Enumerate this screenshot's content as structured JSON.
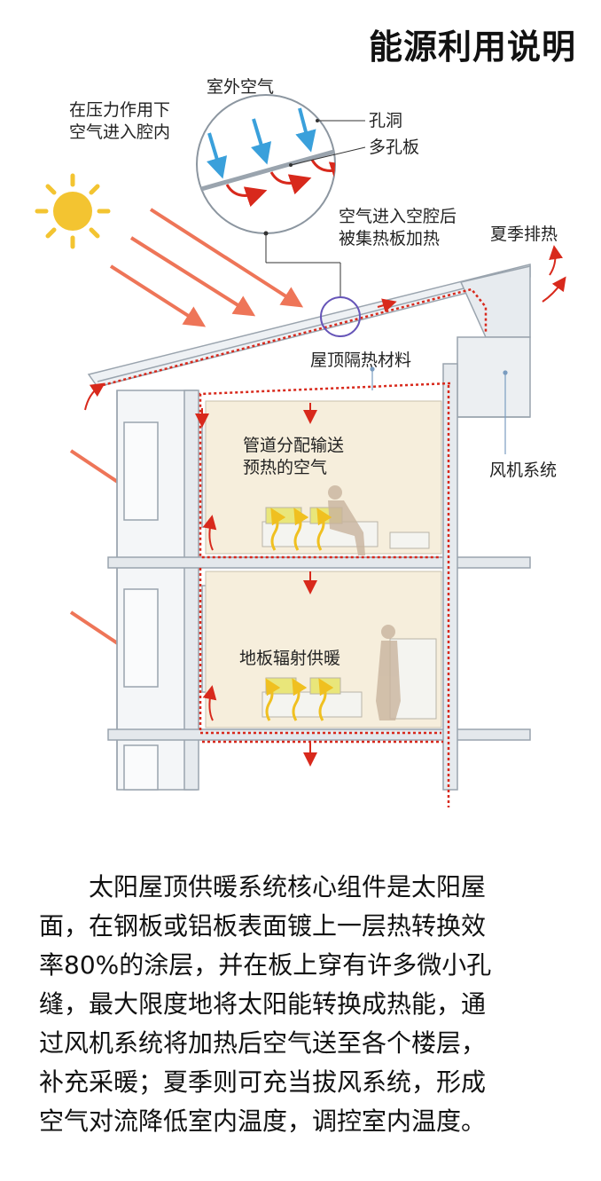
{
  "title": "能源利用说明",
  "labels": {
    "outside_air": "室外空气",
    "pressure": [
      "在压力作用下",
      "空气进入腔内"
    ],
    "hole": "孔洞",
    "perforated_plate": "多孔板",
    "heated": [
      "空气进入空腔后",
      "被集热板加热"
    ],
    "summer_exhaust": "夏季排热",
    "roof_insulation": "屋顶隔热材料",
    "duct": [
      "管道分配输送",
      "预热的空气"
    ],
    "fan_system": "风机系统",
    "floor_heating": "地板辐射供暖"
  },
  "paragraph": [
    "太阳屋顶供暖系统核心组件是太阳屋",
    "面，在钢板或铝板表面镀上一层热转换效",
    "率80%的涂层，并在板上穿有许多微小孔",
    "缝，最大限度地将太阳能转换成热能，通",
    "过风机系统将加热后空气送至各个楼层，",
    "补充采暖；夏季则可充当拔风系统，形成",
    "空气对流降低室内温度，调控室内温度。"
  ],
  "colors": {
    "sun": "#f3c431",
    "sun_ray": "#ee7558",
    "airflow": "#d8291c",
    "cold_air": "#3aa0db",
    "building_line": "#9aa4ae",
    "room_warm": "#f6eedc",
    "callout_ring": "#6655b8",
    "heat_arrow": "#f0c020"
  }
}
